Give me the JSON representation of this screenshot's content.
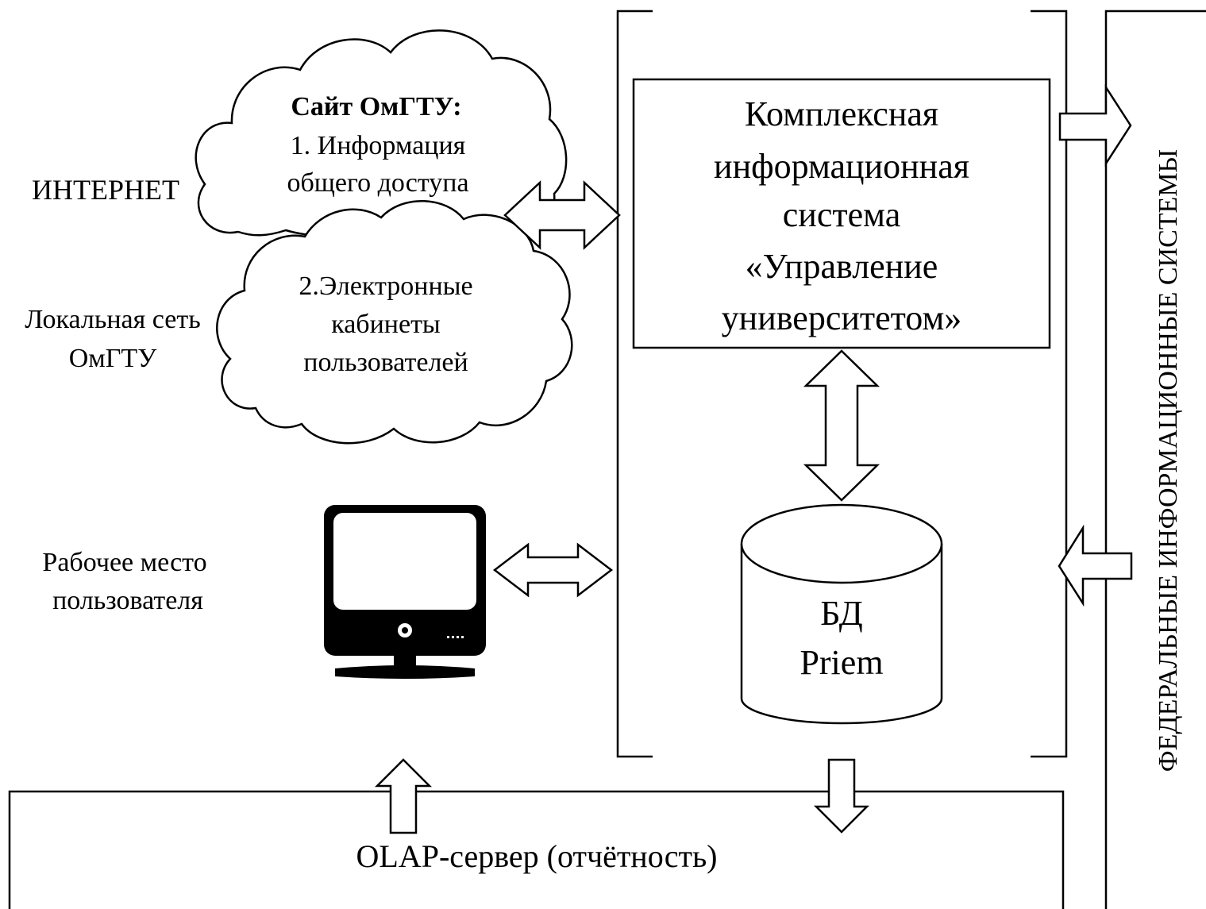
{
  "labels": {
    "internet": "ИНТЕРНЕТ",
    "local_net_line1": "Локальная сеть",
    "local_net_line2": "ОмГТУ",
    "workstation_line1": "Рабочее место",
    "workstation_line2": "пользователя"
  },
  "cloud_site": {
    "title": "Сайт ОмГТУ:",
    "line1": "1. Информация",
    "line2": "общего доступа"
  },
  "cloud_cabinets": {
    "line1": "2.Электронные",
    "line2": "кабинеты",
    "line3": "пользователей"
  },
  "kis": {
    "line1": "Комплексная",
    "line2": "информационная",
    "line3": "система",
    "line4": "«Управление",
    "line5": "университетом»"
  },
  "database": {
    "line1": "БД",
    "line2": "Priem"
  },
  "olap": "OLAP-сервер (отчётность)",
  "federal": "ФЕДЕРАЛЬНЫЕ ИНФОРМАЦИОННЫЕ СИСТЕМЫ",
  "icons": [
    "cloud-icon",
    "monitor-icon",
    "database-icon",
    "double-arrow-icon",
    "arrow-icon"
  ]
}
